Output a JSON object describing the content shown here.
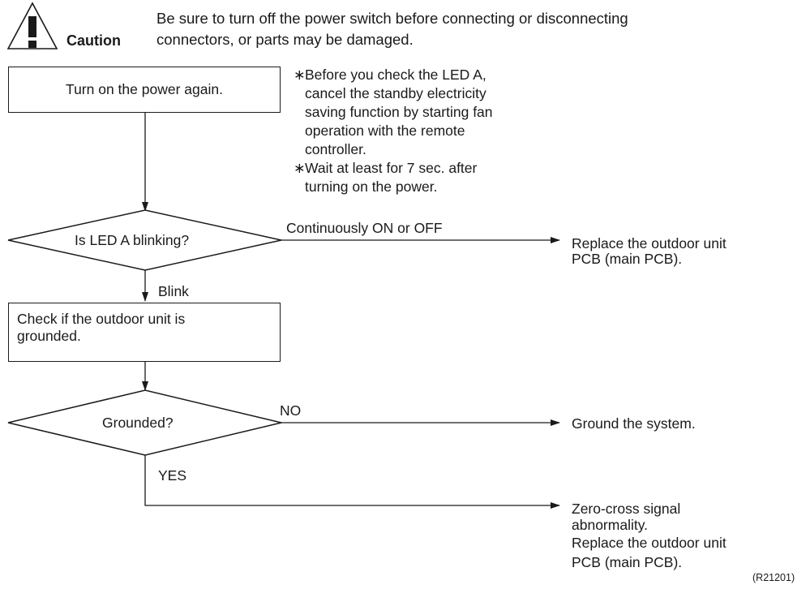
{
  "caution": {
    "label": "Caution",
    "message_lines": [
      "Be sure to turn off the power switch before connecting or disconnecting",
      "connectors, or parts may be damaged."
    ]
  },
  "steps": {
    "power_on": "Turn on the power again.",
    "check_ground_lines": [
      "Check if the outdoor unit is",
      "grounded."
    ]
  },
  "notes": [
    {
      "mark": "∗",
      "lines": [
        "Before you check the LED A,",
        "cancel the standby electricity",
        "saving function by starting fan",
        "operation with the remote",
        "controller."
      ]
    },
    {
      "mark": "∗",
      "lines": [
        "Wait at least for 7 sec. after",
        "turning on the power."
      ]
    }
  ],
  "decisions": {
    "led": {
      "question": "Is LED A blinking?",
      "side_label": "Continuously ON or OFF",
      "down_label": "Blink"
    },
    "ground": {
      "question": "Grounded?",
      "side_label": "NO",
      "down_label": "YES"
    }
  },
  "results": {
    "replace_pcb_lines": [
      "Replace the outdoor unit",
      "PCB (main PCB)."
    ],
    "ground_system": "Ground the system.",
    "zero_cross_lines": [
      "Zero-cross signal",
      "abnormality.",
      "Replace the outdoor unit",
      "PCB (main PCB)."
    ]
  },
  "figure_code": "(R21201)"
}
